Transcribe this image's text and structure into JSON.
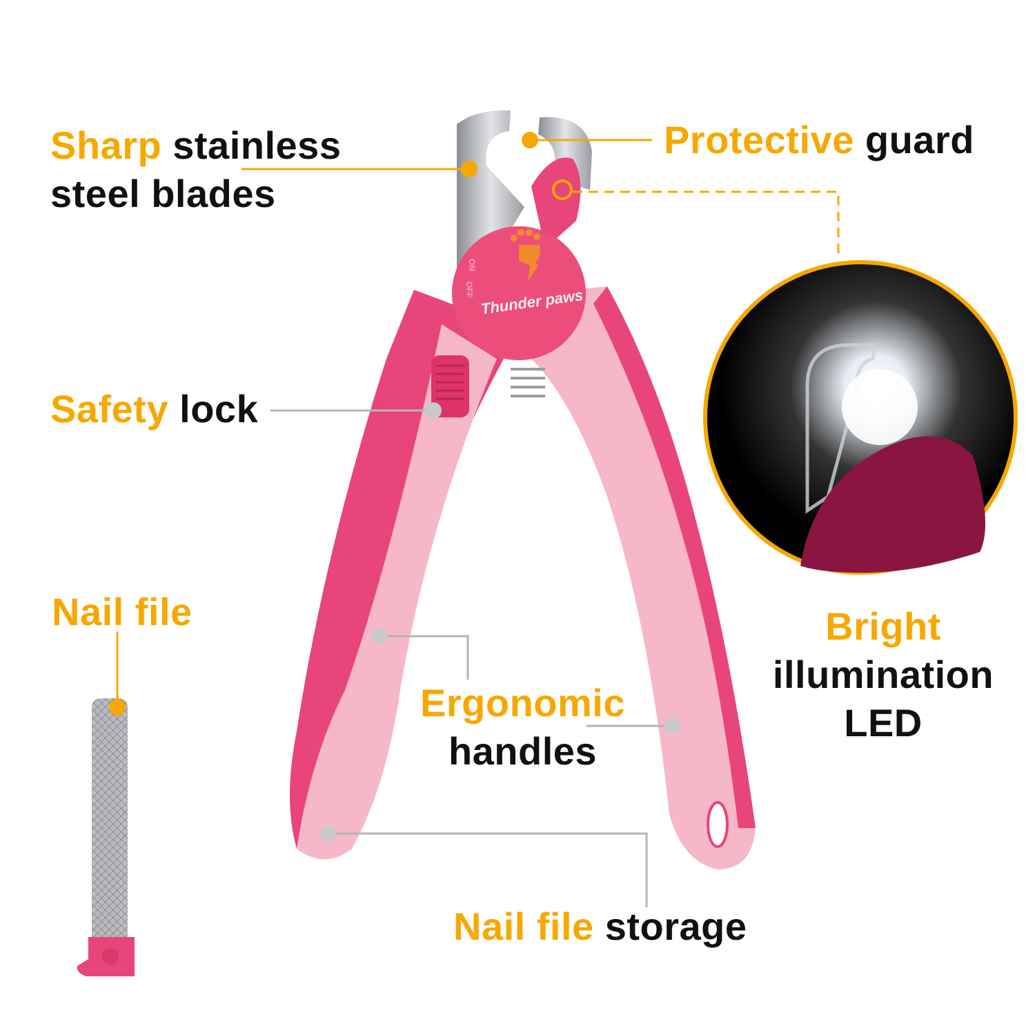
{
  "colors": {
    "accent": "#F7A800",
    "text": "#111111",
    "pink_dark": "#E8457A",
    "pink_light": "#F6B8C8",
    "leader_gray": "#B5B5B5"
  },
  "labels": {
    "blades": {
      "highlight": "Sharp",
      "rest_line1": "stainless",
      "line2": "steel blades"
    },
    "guard": {
      "highlight": "Protective",
      "rest": "guard"
    },
    "safety": {
      "highlight": "Safety",
      "rest": "lock"
    },
    "nail_file": {
      "highlight": "Nail file"
    },
    "led": {
      "highlight": "Bright",
      "line2": "illumination",
      "line3": "LED"
    },
    "handles": {
      "highlight": "Ergonomic",
      "line2": "handles"
    },
    "storage": {
      "highlight": "Nail file",
      "rest": "storage"
    }
  },
  "product": {
    "brand_logo": "Thunder paws",
    "switch_on": "ON",
    "switch_off": "OFF"
  }
}
